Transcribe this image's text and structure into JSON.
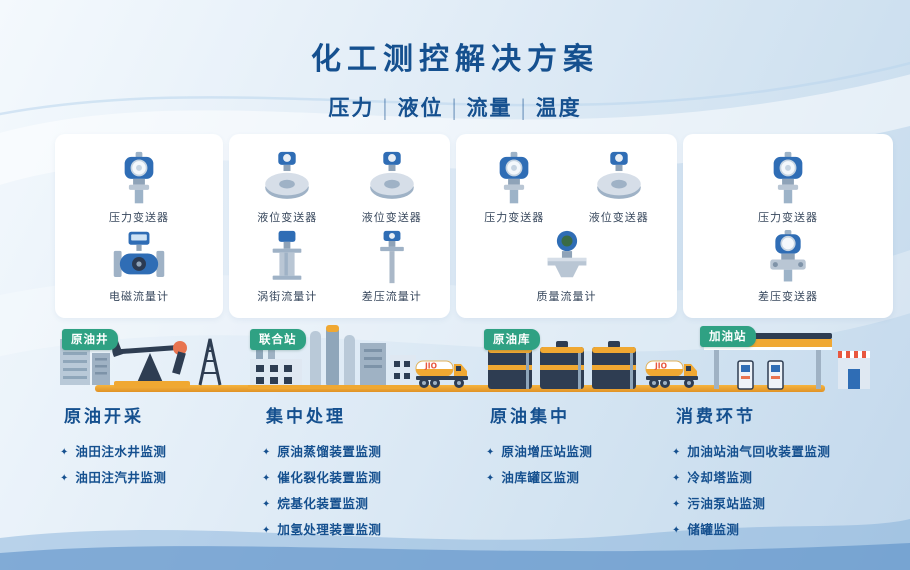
{
  "header": {
    "title": "化工测控解决方案",
    "separator": "|",
    "subtitle": [
      "压力",
      "液位",
      "流量",
      "温度"
    ]
  },
  "instrument_cards": [
    {
      "instruments": [
        {
          "label": "压力变送器"
        },
        {
          "label": "电磁流量计"
        }
      ]
    },
    {
      "instruments": [
        {
          "label": "液位变送器"
        },
        {
          "label": "液位变送器"
        },
        {
          "label": "涡街流量计"
        },
        {
          "label": "差压流量计"
        }
      ]
    },
    {
      "instruments": [
        {
          "label": "压力变送器"
        },
        {
          "label": "液位变送器"
        },
        {
          "label": "质量流量计"
        }
      ]
    },
    {
      "instruments": [
        {
          "label": "压力变送器"
        },
        {
          "label": "差压变送器"
        }
      ]
    }
  ],
  "stages": [
    {
      "badge": "原油井",
      "title": "原油开采",
      "items": [
        "油田注水井监测",
        "油田注汽井监测"
      ]
    },
    {
      "badge": "联合站",
      "title": "集中处理",
      "items": [
        "原油蒸馏装置监测",
        "催化裂化装置监测",
        "烷基化装置监测",
        "加氢处理装置监测"
      ]
    },
    {
      "badge": "原油库",
      "title": "原油集中",
      "items": [
        "原油增压站监测",
        "油库罐区监测"
      ]
    },
    {
      "badge": "加油站",
      "title": "消费环节",
      "items": [
        "加油站油气回收装置监测",
        "冷却塔监测",
        "污油泵站监测",
        "储罐监测"
      ]
    }
  ],
  "truck_label": "JIO",
  "icons": {
    "bullet": "✦"
  },
  "colors": {
    "title_blue": "#15508f",
    "badge_green": "#2fa183",
    "pipeline_yellow": "#f0a832",
    "card_bg": "#ffffff"
  }
}
